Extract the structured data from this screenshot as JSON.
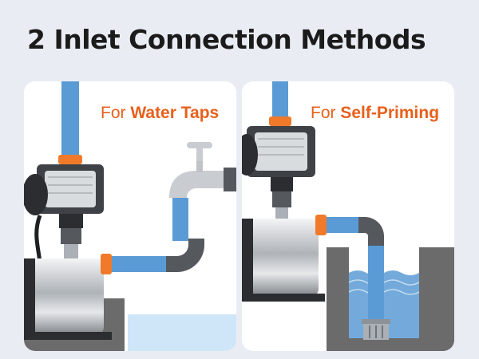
{
  "title": "2 Inlet Connection Methods",
  "panels": [
    {
      "prefix": "For",
      "highlight": "Water Taps"
    },
    {
      "prefix": "For",
      "highlight": "Self-Priming"
    }
  ],
  "colors": {
    "accent": "#e8601c",
    "pipe": "#5b9bd5",
    "water": "#8fbfea",
    "wall": "#5f5f5f",
    "background": "#e9edf3"
  }
}
